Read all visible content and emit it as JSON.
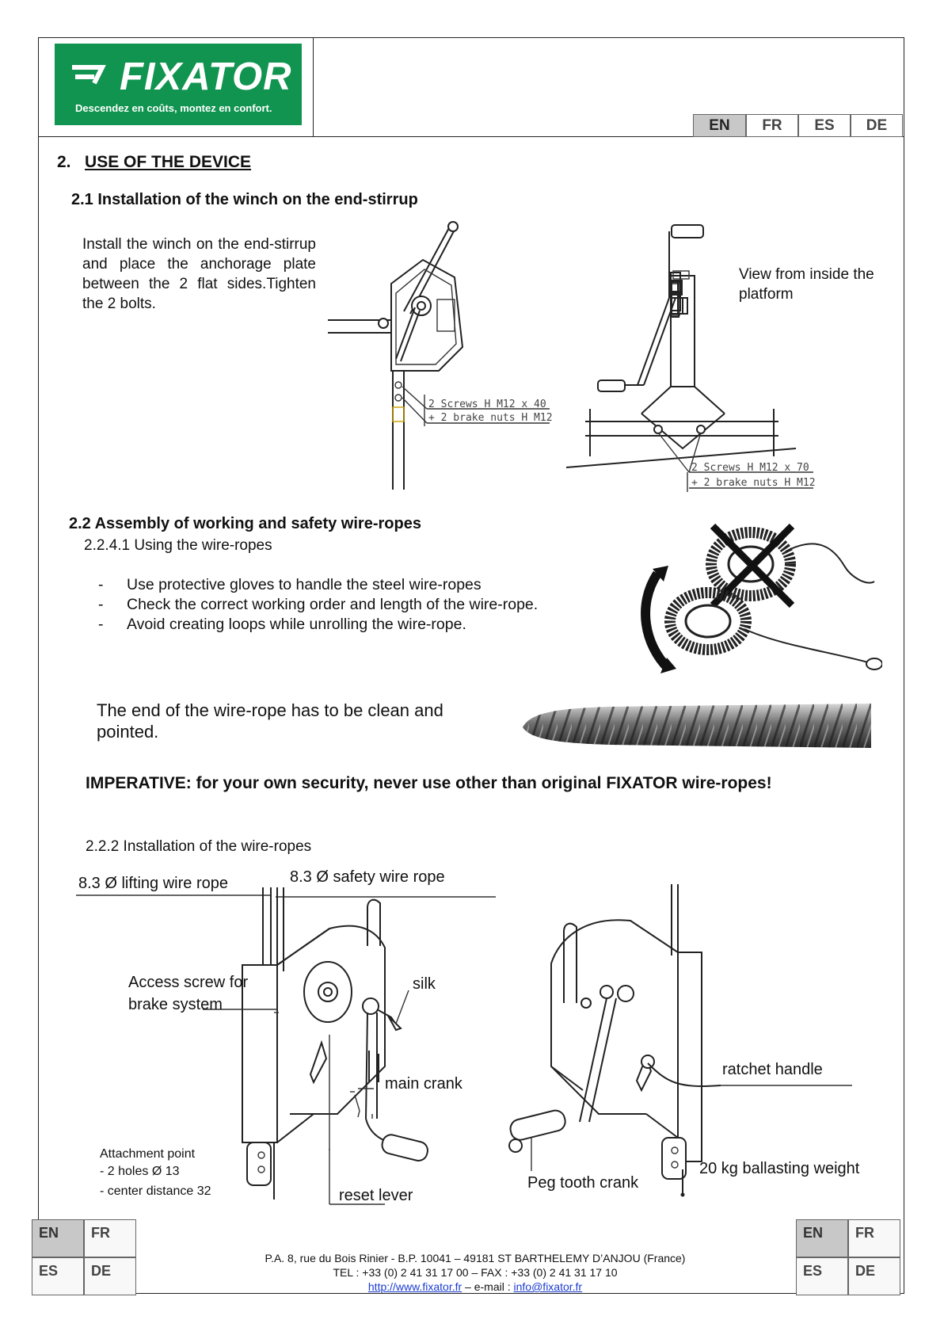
{
  "brand": {
    "name": "FIXATOR",
    "tagline": "Descendez en coûts, montez en confort.",
    "green": "#10944f"
  },
  "languages": [
    {
      "code": "EN",
      "active": true
    },
    {
      "code": "FR",
      "active": false
    },
    {
      "code": "ES",
      "active": false
    },
    {
      "code": "DE",
      "active": false
    }
  ],
  "section": {
    "number": "2.",
    "title": "USE OF THE DEVICE"
  },
  "s21": {
    "title": "2.1 Installation of the winch on the end-stirrup",
    "text": "Install the winch on the end-stirrup and place the anchorage plate between the 2 flat sides.Tighten the 2 bolts.",
    "view_note": "View from inside the platform",
    "screws1_line1": "2 Screws H M12 x 40",
    "screws1_line2": "+ 2 brake nuts H M12",
    "screws2_line1": "2 Screws H M12 x 70",
    "screws2_line2": "+ 2 brake nuts H M12"
  },
  "s22": {
    "title": "2.2 Assembly of working and safety wire-ropes",
    "subtitle": "2.2.4.1 Using the wire-ropes",
    "bullets": [
      "Use protective gloves to handle the steel wire-ropes",
      "Check the correct working order and length of the wire-rope.",
      "Avoid creating loops while unrolling the wire-rope."
    ],
    "rope_end_note": "The end of the wire-rope has to be clean and pointed.",
    "imperative": "IMPERATIVE: for your own security, never use other than original FIXATOR wire-ropes!",
    "installation_title": "2.2.2 Installation of the wire-ropes"
  },
  "diagram_labels": {
    "lifting_rope": "8.3 Ø lifting wire rope",
    "safety_rope": "8.3 Ø safety wire rope",
    "access_screw_1": "Access screw for",
    "access_screw_2": "brake system",
    "silk": "silk",
    "main_crank": "main crank",
    "attachment_1": "Attachment point",
    "attachment_2": "- 2 holes Ø 13",
    "attachment_3": "- center distance 32",
    "reset_lever": "reset lever",
    "ratchet_handle": "ratchet handle",
    "peg_tooth_crank": "Peg tooth crank",
    "ballast": "20 kg  ballasting weight"
  },
  "footer": {
    "address": "P.A. 8, rue du Bois Rinier  - B.P. 10041 – 49181 ST BARTHELEMY D’ANJOU (France)",
    "phone": "TEL : +33 (0) 2 41 31 17 00 – FAX : +33 (0) 2 41 31 17 10",
    "website": "http://www.fixator.fr",
    "email_label": " – e-mail : ",
    "email": "info@fixator.fr"
  }
}
